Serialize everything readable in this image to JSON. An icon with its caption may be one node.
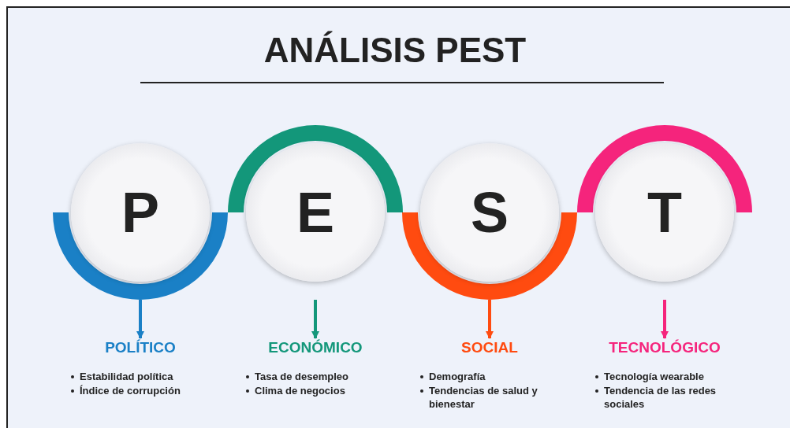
{
  "diagram": {
    "title": "ANÁLISIS PEST",
    "nodes": [
      {
        "text": [
          "P"
        ]
      },
      {
        "text": [
          "E"
        ]
      },
      {
        "text": [
          "S"
        ]
      },
      {
        "text": [
          "T"
        ]
      },
      {
        "text": [
          "POLÍTICO"
        ],
        "beside": [
          "Estabilidad política",
          "Índice de corrupción"
        ]
      },
      {
        "text": [
          "ECONÓMICO"
        ],
        "beside": [
          "Tasa de desempleo",
          "Clima de negocios"
        ]
      },
      {
        "text": [
          "SOCIAL"
        ],
        "beside": [
          "Demografía",
          "Tendencias de salud y bienestar"
        ]
      },
      {
        "text": [
          "TECNOLÓGICO"
        ],
        "beside": [
          "Tecnología wearable",
          "Tendencia de las redes sociales"
        ]
      }
    ],
    "edges": [
      {
        "from": 0,
        "to": 4,
        "arrow": "to",
        "color": "#1a80c6"
      },
      {
        "from": 1,
        "to": 5,
        "arrow": "to",
        "color": "#13977a"
      },
      {
        "from": 2,
        "to": 6,
        "arrow": "to",
        "color": "#ff4b10"
      },
      {
        "from": 3,
        "to": 7,
        "arrow": "to",
        "color": "#f5247c"
      }
    ]
  }
}
